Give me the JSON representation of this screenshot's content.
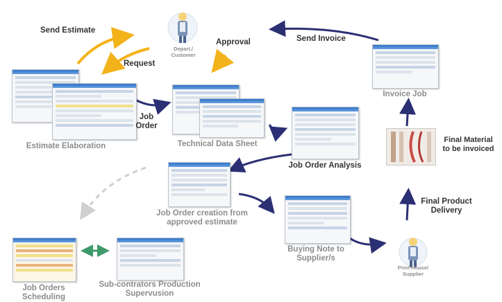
{
  "diagram": {
    "nodes": {
      "customer": "Depart./\nCustomer",
      "estimate": "Estimate Elaboration",
      "techsheet": "Technical Data Sheet",
      "analysis": "Job Order Analysis",
      "creation": "Job Order creation from\napproved estimate",
      "buying": "Buying Note to\nSupplier/s",
      "printhouse": "Print House/\nSupplier",
      "invoice": "Invoice Job",
      "material": "Final Material\nto be invoiced",
      "scheduling": "Job Orders\nScheduling",
      "subcontractors": "Sub-contrators Production\nSupervusion"
    },
    "edges": {
      "send_estimate": "Send Estimate",
      "request": "Request",
      "approval": "Approval",
      "send_invoice": "Send Invoice",
      "job_order": "Job\nOrder",
      "final_delivery": "Final Product\nDelivery"
    },
    "colors": {
      "arrow_dark": "#2b2f73",
      "arrow_yellow": "#f2b21a",
      "arrow_green": "#3f9a6a",
      "arrow_gray": "#cfcfcf"
    }
  }
}
